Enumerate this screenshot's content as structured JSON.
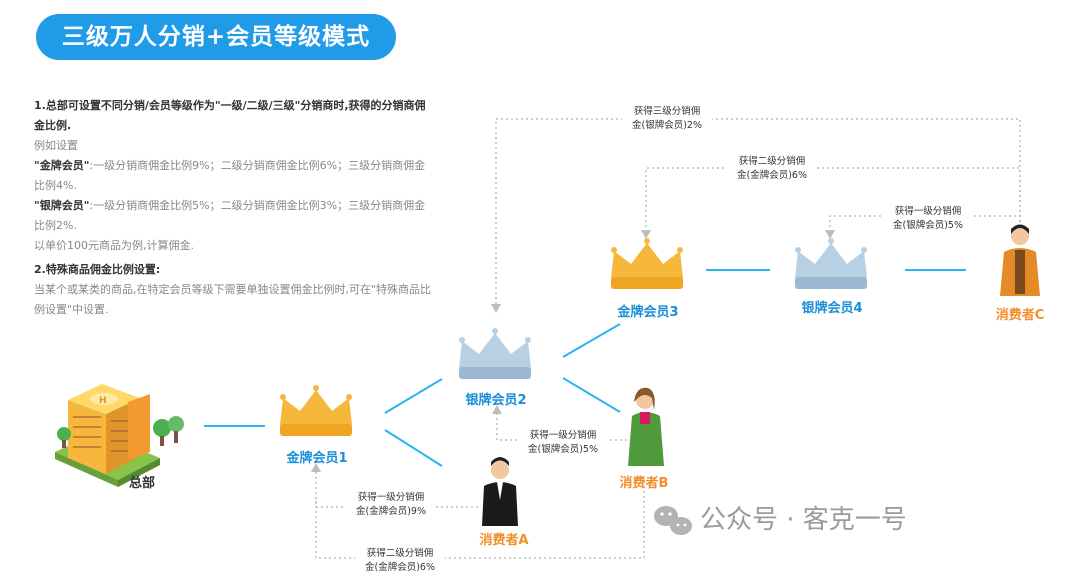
{
  "title": "三级万人分销+会员等级模式",
  "description": {
    "heading1": "1.总部可设置不同分销/会员等级作为\"一级/二级/三级\"分销商时,获得的分销商佣金比例.",
    "example_intro": "例如设置",
    "gold_label": "\"金牌会员\"",
    "gold_text": ":一级分销商佣金比例9%；二级分销商佣金比例6%；三级分销商佣金比例4%.",
    "silver_label": "\"银牌会员\"",
    "silver_text": ":一级分销商佣金比例5%；二级分销商佣金比例3%；三级分销商佣金比例2%.",
    "unit_price_note": "以单价100元商品为例,计算佣金.",
    "heading2": "2.特殊商品佣金比例设置:",
    "special_text": "当某个或某类的商品,在特定会员等级下需要单独设置佣金比例时,可在\"特殊商品比例设置\"中设置."
  },
  "nodes": {
    "hq": "总部",
    "gold1": "金牌会员1",
    "silver2": "银牌会员2",
    "gold3": "金牌会员3",
    "silver4": "银牌会员4",
    "consumer_a": "消费者A",
    "consumer_b": "消费者B",
    "consumer_c": "消费者C"
  },
  "flows": {
    "c_level3": "获得三级分销佣\n金(银牌会员)2%",
    "c_level2": "获得二级分销佣\n金(金牌会员)6%",
    "c_level1": "获得一级分销佣\n金(银牌会员)5%",
    "b_level1": "获得一级分销佣\n金(银牌会员)5%",
    "a_level1": "获得一级分销佣\n金(金牌会员)9%",
    "b_level2": "获得二级分销佣\n金(金牌会员)6%"
  },
  "watermark": "公众号 · 客克一号",
  "colors": {
    "title_bg": "#1f9be8",
    "gold_crown": "#f5b83a",
    "silver_crown": "#a8c4dc",
    "link_line": "#29b6f0",
    "label_blue": "#1a8fd8",
    "label_orange": "#f0902a"
  }
}
